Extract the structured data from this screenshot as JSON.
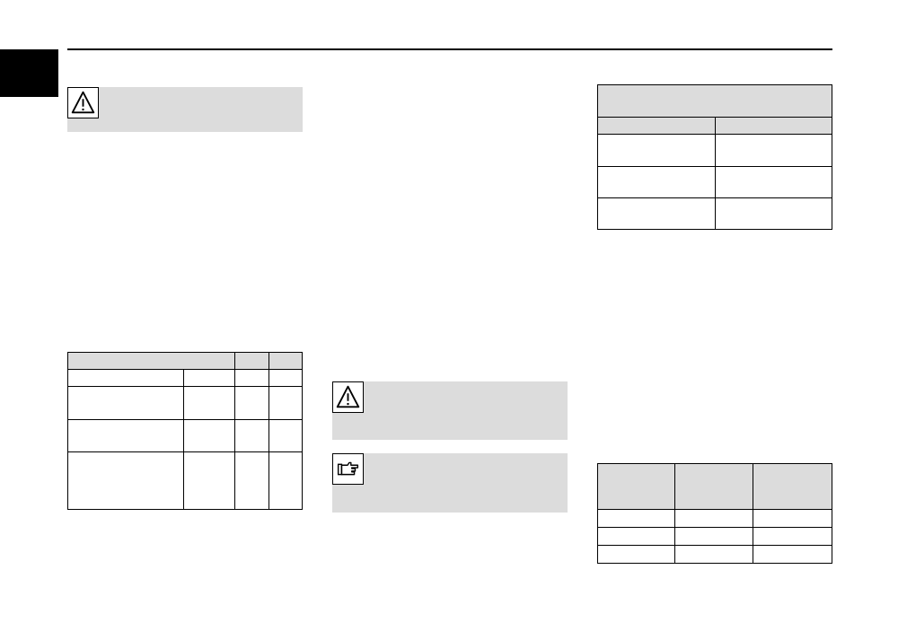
{
  "page": {
    "header_rule": "",
    "tab_marker": ""
  },
  "notices": [
    {
      "id": "warning-1",
      "icon": "warning-triangle-icon",
      "text": ""
    },
    {
      "id": "warning-2",
      "icon": "warning-triangle-icon",
      "text": ""
    },
    {
      "id": "note-1",
      "icon": "pointing-hand-icon",
      "text": ""
    }
  ],
  "tables": {
    "left_table": {
      "title": "",
      "columns": 4,
      "rows": 4,
      "cells": []
    },
    "right_top_table": {
      "title": "",
      "columns": 2,
      "rows": 4,
      "cells": []
    },
    "right_bottom_table": {
      "title": "",
      "columns": 3,
      "rows": 4,
      "cells": []
    }
  },
  "colors": {
    "shading": "#dcdcdc",
    "rule": "#000000",
    "background": "#ffffff"
  }
}
